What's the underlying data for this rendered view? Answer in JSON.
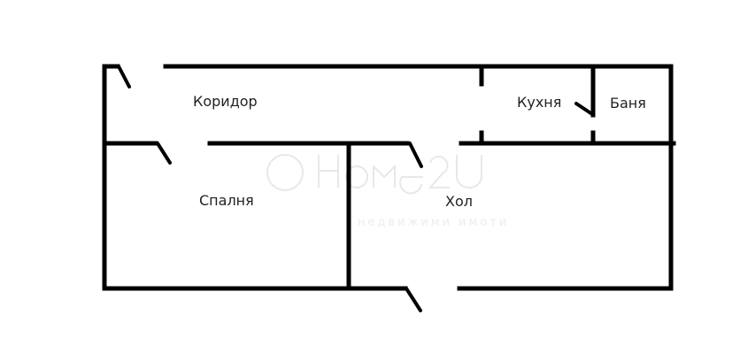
{
  "rooms": {
    "corridor": "Коридор",
    "kitchen": "Кухня",
    "bathroom": "Баня",
    "bedroom": "Спалня",
    "living_room": "Хол"
  },
  "watermark": {
    "brand": "Home2U",
    "tagline": "недвижими имоти"
  },
  "colors": {
    "walls": "#000000",
    "background": "#ffffff"
  }
}
